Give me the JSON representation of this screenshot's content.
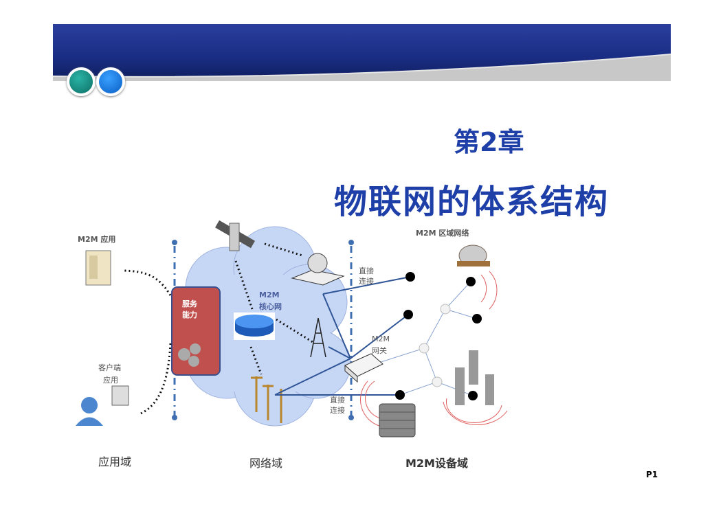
{
  "header": {
    "colors": {
      "band": "#1b2e86",
      "circle_left": "#0f8a80",
      "circle_right": "#1a7fe0"
    }
  },
  "title": {
    "chapter": "第2章",
    "main": "物联网的体系结构"
  },
  "diagram": {
    "m2m_app": "M2M 应用",
    "client_app_line1": "客户端",
    "client_app_line2": "应用",
    "service_line1": "服务",
    "service_line2": "能力",
    "core_line1": "M2M",
    "core_line2": "核心网",
    "direct1_line1": "直接",
    "direct1_line2": "连接",
    "direct2_line1": "直接",
    "direct2_line2": "连接",
    "gateway_line1": "M2M",
    "gateway_line2": "网关",
    "area_network": "M2M 区域网络",
    "domains": [
      "应用域",
      "网络域",
      "M2M设备域"
    ]
  },
  "page_number": "P1"
}
